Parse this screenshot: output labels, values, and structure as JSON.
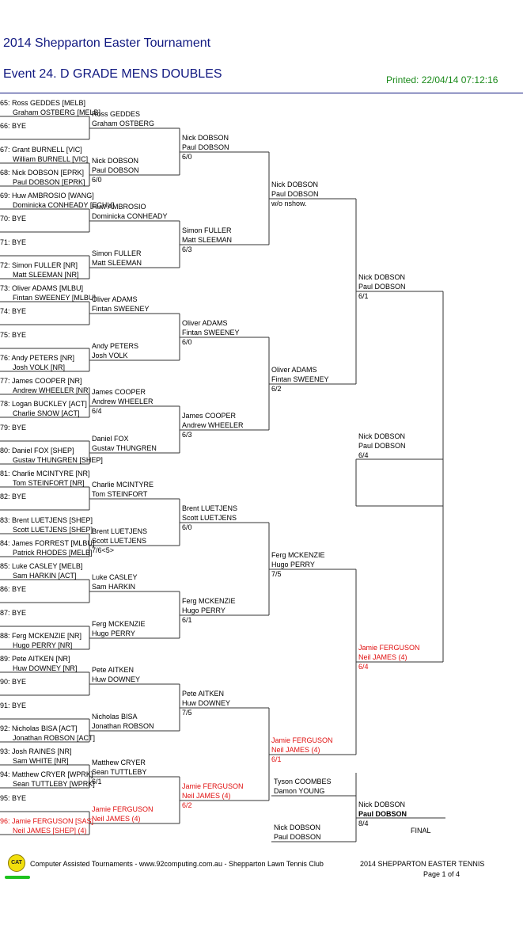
{
  "header": {
    "title": "2014 Shepparton Easter Tournament",
    "event": "Event 24. D GRADE MENS DOUBLES",
    "printed": "Printed: 22/04/14 07:12:16"
  },
  "round1": [
    {
      "l1": "65: Ross GEDDES [MELB]",
      "l2": "Graham OSTBERG [MELB]"
    },
    {
      "l1": "66: BYE",
      "l2": ""
    },
    {
      "l1": "67: Grant BURNELL [VIC]",
      "l2": "William BURNELL [VIC]"
    },
    {
      "l1": "68: Nick DOBSON [EPRK]",
      "l2": "Paul DOBSON [EPRK]"
    },
    {
      "l1": "69: Huw AMBROSIO [WANG]",
      "l2": "Dominicka CONHEADY [ECHU]"
    },
    {
      "l1": "70: BYE",
      "l2": ""
    },
    {
      "l1": "71: BYE",
      "l2": ""
    },
    {
      "l1": "72: Simon FULLER [NR]",
      "l2": "Matt SLEEMAN [NR]"
    },
    {
      "l1": "73: Oliver ADAMS [MLBU]",
      "l2": "Fintan SWEENEY [MLBU]"
    },
    {
      "l1": "74: BYE",
      "l2": ""
    },
    {
      "l1": "75: BYE",
      "l2": ""
    },
    {
      "l1": "76: Andy PETERS [NR]",
      "l2": "Josh VOLK [NR]"
    },
    {
      "l1": "77: James COOPER [NR]",
      "l2": "Andrew WHEELER [NR]"
    },
    {
      "l1": "78: Logan BUCKLEY [ACT]",
      "l2": "Charlie SNOW [ACT]"
    },
    {
      "l1": "79: BYE",
      "l2": ""
    },
    {
      "l1": "80: Daniel FOX [SHEP]",
      "l2": "Gustav THUNGREN [SHEP]"
    },
    {
      "l1": "81: Charlie MCINTYRE [NR]",
      "l2": "Tom STEINFORT [NR]"
    },
    {
      "l1": "82: BYE",
      "l2": ""
    },
    {
      "l1": "83: Brent LUETJENS [SHEP]",
      "l2": "Scott LUETJENS [SHEP]"
    },
    {
      "l1": "84: James FORREST [MLBU]",
      "l2": "Patrick RHODES [MELB]"
    },
    {
      "l1": "85: Luke CASLEY [MELB]",
      "l2": "Sam HARKIN [ACT]"
    },
    {
      "l1": "86: BYE",
      "l2": ""
    },
    {
      "l1": "87: BYE",
      "l2": ""
    },
    {
      "l1": "88: Ferg MCKENZIE [NR]",
      "l2": "Hugo PERRY [NR]"
    },
    {
      "l1": "89: Pete AITKEN [NR]",
      "l2": "Huw DOWNEY [NR]"
    },
    {
      "l1": "90: BYE",
      "l2": ""
    },
    {
      "l1": "91: BYE",
      "l2": ""
    },
    {
      "l1": "92: Nicholas BISA [ACT]",
      "l2": "Jonathan ROBSON [ACT]"
    },
    {
      "l1": "93: Josh RAINES [NR]",
      "l2": "Sam WHITE [NR]"
    },
    {
      "l1": "94: Matthew CRYER [WPRK]",
      "l2": "Sean TUTTLEBY [WPRK]"
    },
    {
      "l1": "95: BYE",
      "l2": ""
    },
    {
      "l1": "96: Jamie FERGUSON [SAS]",
      "l2": "Neil JAMES [SHEP] (4)",
      "highlight": true
    }
  ],
  "round2": [
    {
      "l1": "Ross GEDDES",
      "l2": "Graham OSTBERG",
      "score": ""
    },
    {
      "l1": "Nick DOBSON",
      "l2": "Paul DOBSON",
      "score": "6/0"
    },
    {
      "l1": "Huw AMBROSIO",
      "l2": "Dominicka CONHEADY",
      "score": ""
    },
    {
      "l1": "Simon FULLER",
      "l2": "Matt SLEEMAN",
      "score": ""
    },
    {
      "l1": "Oliver ADAMS",
      "l2": "Fintan SWEENEY",
      "score": ""
    },
    {
      "l1": "Andy PETERS",
      "l2": "Josh VOLK",
      "score": ""
    },
    {
      "l1": "James COOPER",
      "l2": "Andrew WHEELER",
      "score": "6/4"
    },
    {
      "l1": "Daniel FOX",
      "l2": "Gustav THUNGREN",
      "score": ""
    },
    {
      "l1": "Charlie MCINTYRE",
      "l2": "Tom STEINFORT",
      "score": ""
    },
    {
      "l1": "Brent LUETJENS",
      "l2": "Scott LUETJENS",
      "score": "7/6<5>"
    },
    {
      "l1": "Luke CASLEY",
      "l2": "Sam HARKIN",
      "score": ""
    },
    {
      "l1": "Ferg MCKENZIE",
      "l2": "Hugo PERRY",
      "score": ""
    },
    {
      "l1": "Pete AITKEN",
      "l2": "Huw DOWNEY",
      "score": ""
    },
    {
      "l1": "Nicholas BISA",
      "l2": "Jonathan ROBSON",
      "score": ""
    },
    {
      "l1": "Matthew CRYER",
      "l2": "Sean TUTTLEBY",
      "score": "6/1"
    },
    {
      "l1": "Jamie FERGUSON",
      "l2": "Neil JAMES (4)",
      "score": "",
      "highlight": true
    }
  ],
  "round3": [
    {
      "l1": "Nick DOBSON",
      "l2": "Paul DOBSON",
      "score": "6/0"
    },
    {
      "l1": "Simon FULLER",
      "l2": "Matt SLEEMAN",
      "score": "6/3"
    },
    {
      "l1": "Oliver ADAMS",
      "l2": "Fintan SWEENEY",
      "score": "6/0"
    },
    {
      "l1": "James COOPER",
      "l2": "Andrew WHEELER",
      "score": "6/3"
    },
    {
      "l1": "Brent LUETJENS",
      "l2": "Scott LUETJENS",
      "score": "6/0"
    },
    {
      "l1": "Ferg MCKENZIE",
      "l2": "Hugo PERRY",
      "score": "6/1"
    },
    {
      "l1": "Pete AITKEN",
      "l2": "Huw DOWNEY",
      "score": "7/5"
    },
    {
      "l1": "Jamie FERGUSON",
      "l2": "Neil JAMES (4)",
      "score": "6/2",
      "highlight": true
    }
  ],
  "round4": [
    {
      "l1": "Nick DOBSON",
      "l2": "Paul DOBSON",
      "score": "w/o nshow."
    },
    {
      "l1": "Oliver ADAMS",
      "l2": "Fintan SWEENEY",
      "score": "6/2"
    },
    {
      "l1": "Ferg MCKENZIE",
      "l2": "Hugo PERRY",
      "score": "7/5"
    },
    {
      "l1": "Jamie FERGUSON",
      "l2": "Neil JAMES (4)",
      "score": "6/1",
      "highlight": true
    }
  ],
  "round5": [
    {
      "l1": "Nick DOBSON",
      "l2": "Paul DOBSON",
      "score": "6/1"
    },
    {
      "l1": "Jamie FERGUSON",
      "l2": "Neil JAMES (4)",
      "score": "6/4",
      "highlight": true
    }
  ],
  "semi": {
    "l1": "Nick DOBSON",
    "l2": "Paul DOBSON",
    "score": "6/4"
  },
  "playoff": {
    "top": {
      "l1": "Tyson COOMBES",
      "l2": "Damon YOUNG"
    },
    "bottom": {
      "l1": "Nick DOBSON",
      "l2": "Paul DOBSON"
    },
    "winner": {
      "l1": "Nick DOBSON",
      "l2": "Paul DOBSON",
      "score": "8/4"
    },
    "label": "FINAL"
  },
  "footer": {
    "logo_text": "CAT",
    "credit": "Computer Assisted Tournaments - www.92computing.com.au  -  Shepparton Lawn Tennis Club",
    "event_name": "2014 SHEPPARTON EASTER TENNIS",
    "page": "Page 1 of 4"
  },
  "colors": {
    "header_text": "#101880",
    "printed_text": "#1a8a1a",
    "highlight": "#e01010",
    "logo_bg": "#f2df0c",
    "logo_underline": "#1ec21e"
  }
}
